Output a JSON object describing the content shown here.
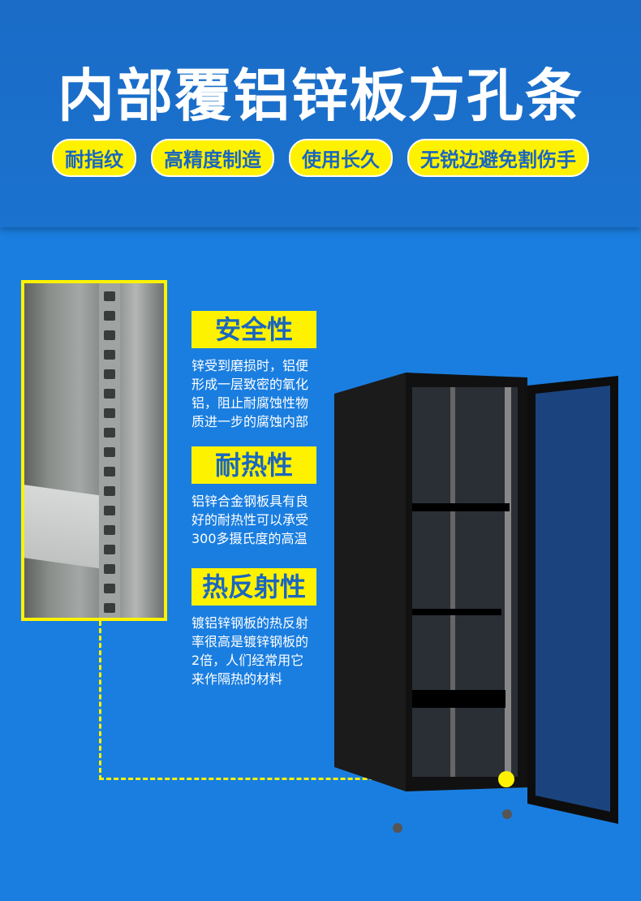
{
  "title": "内部覆铝锌板方孔条",
  "tags": [
    "耐指纹",
    "高精度制造",
    "使用长久",
    "无锐边避免割伤手"
  ],
  "features": [
    {
      "heading": "安全性",
      "text": "锌受到磨损时，铝便形成一层致密的氧化铝，阻止耐腐蚀性物质进一步的腐蚀内部"
    },
    {
      "heading": "耐热性",
      "text": "铝锌合金钢板具有良好的耐热性可以承受300多摄氏度的高温"
    },
    {
      "heading": "热反射性",
      "text": "镀铝锌钢板的热反射率很高是镀锌钢板的2倍，人们经常用它来作隔热的材料"
    }
  ],
  "colors": {
    "accent": "#fff200",
    "blue": "#1a7ee0",
    "text_blue": "#1a66c0"
  }
}
